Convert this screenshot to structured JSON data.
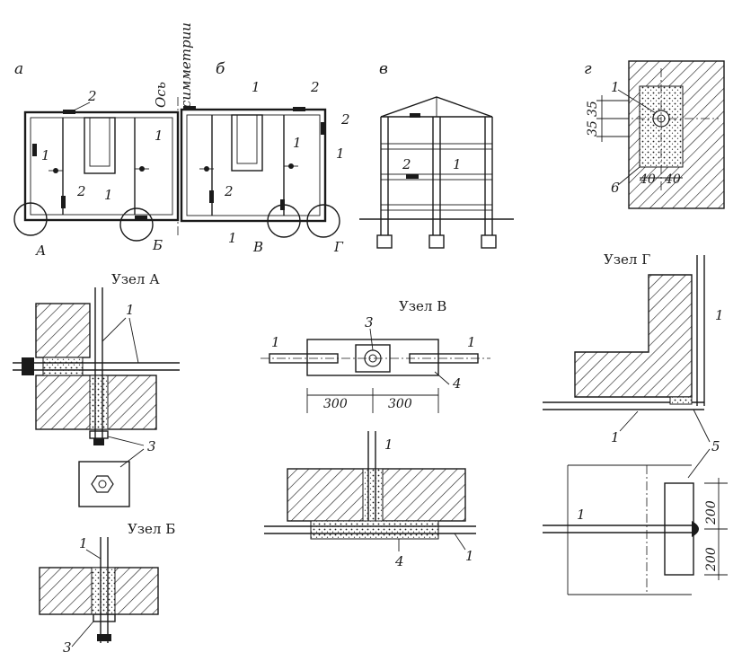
{
  "panels": {
    "a": "а",
    "b": "б",
    "v": "в",
    "g": "г"
  },
  "axis_label": {
    "line1": "Ось",
    "line2": "симметрии"
  },
  "nodes": {
    "node_a": "А",
    "node_b": "Б",
    "node_v": "В",
    "node_g": "Г"
  },
  "titles": {
    "uzel_a": "Узел А",
    "uzel_b": "Узел Б",
    "uzel_v": "Узел В",
    "uzel_g": "Узел Г"
  },
  "labels": {
    "n1": "1",
    "n2": "2",
    "n3": "3",
    "n4": "4",
    "n5": "5",
    "n6": "6"
  },
  "dims": {
    "d300a": "300",
    "d300b": "300",
    "d35a": "35",
    "d35b": "35",
    "d40a": "40",
    "d40b": "40",
    "d200a": "200",
    "d200b": "200"
  }
}
